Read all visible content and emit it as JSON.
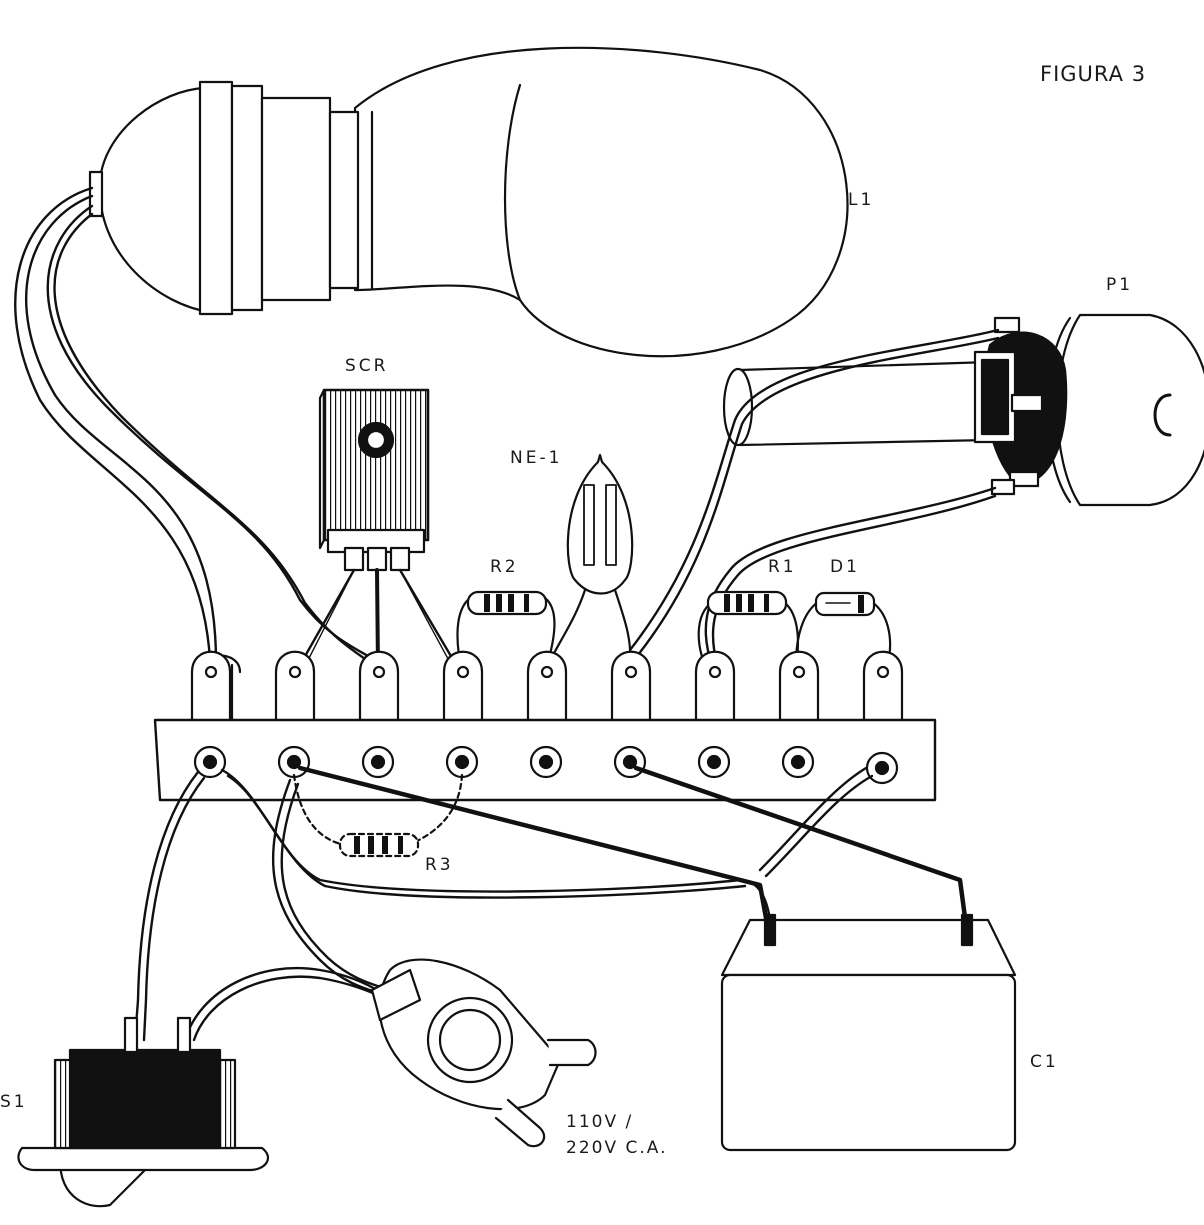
{
  "figure": {
    "title": "FIGURA 3"
  },
  "components": {
    "lamp": "L1",
    "potentiometer": "P1",
    "scr": "SCR",
    "neon": "NE-1",
    "r1": "R1",
    "r2": "R2",
    "r3": "R3",
    "d1": "D1",
    "capacitor": "C1",
    "switch": "S1"
  },
  "plug": {
    "line1": "110V /",
    "line2": "220V C.A."
  },
  "terminal_strip": {
    "terminals": 9
  }
}
